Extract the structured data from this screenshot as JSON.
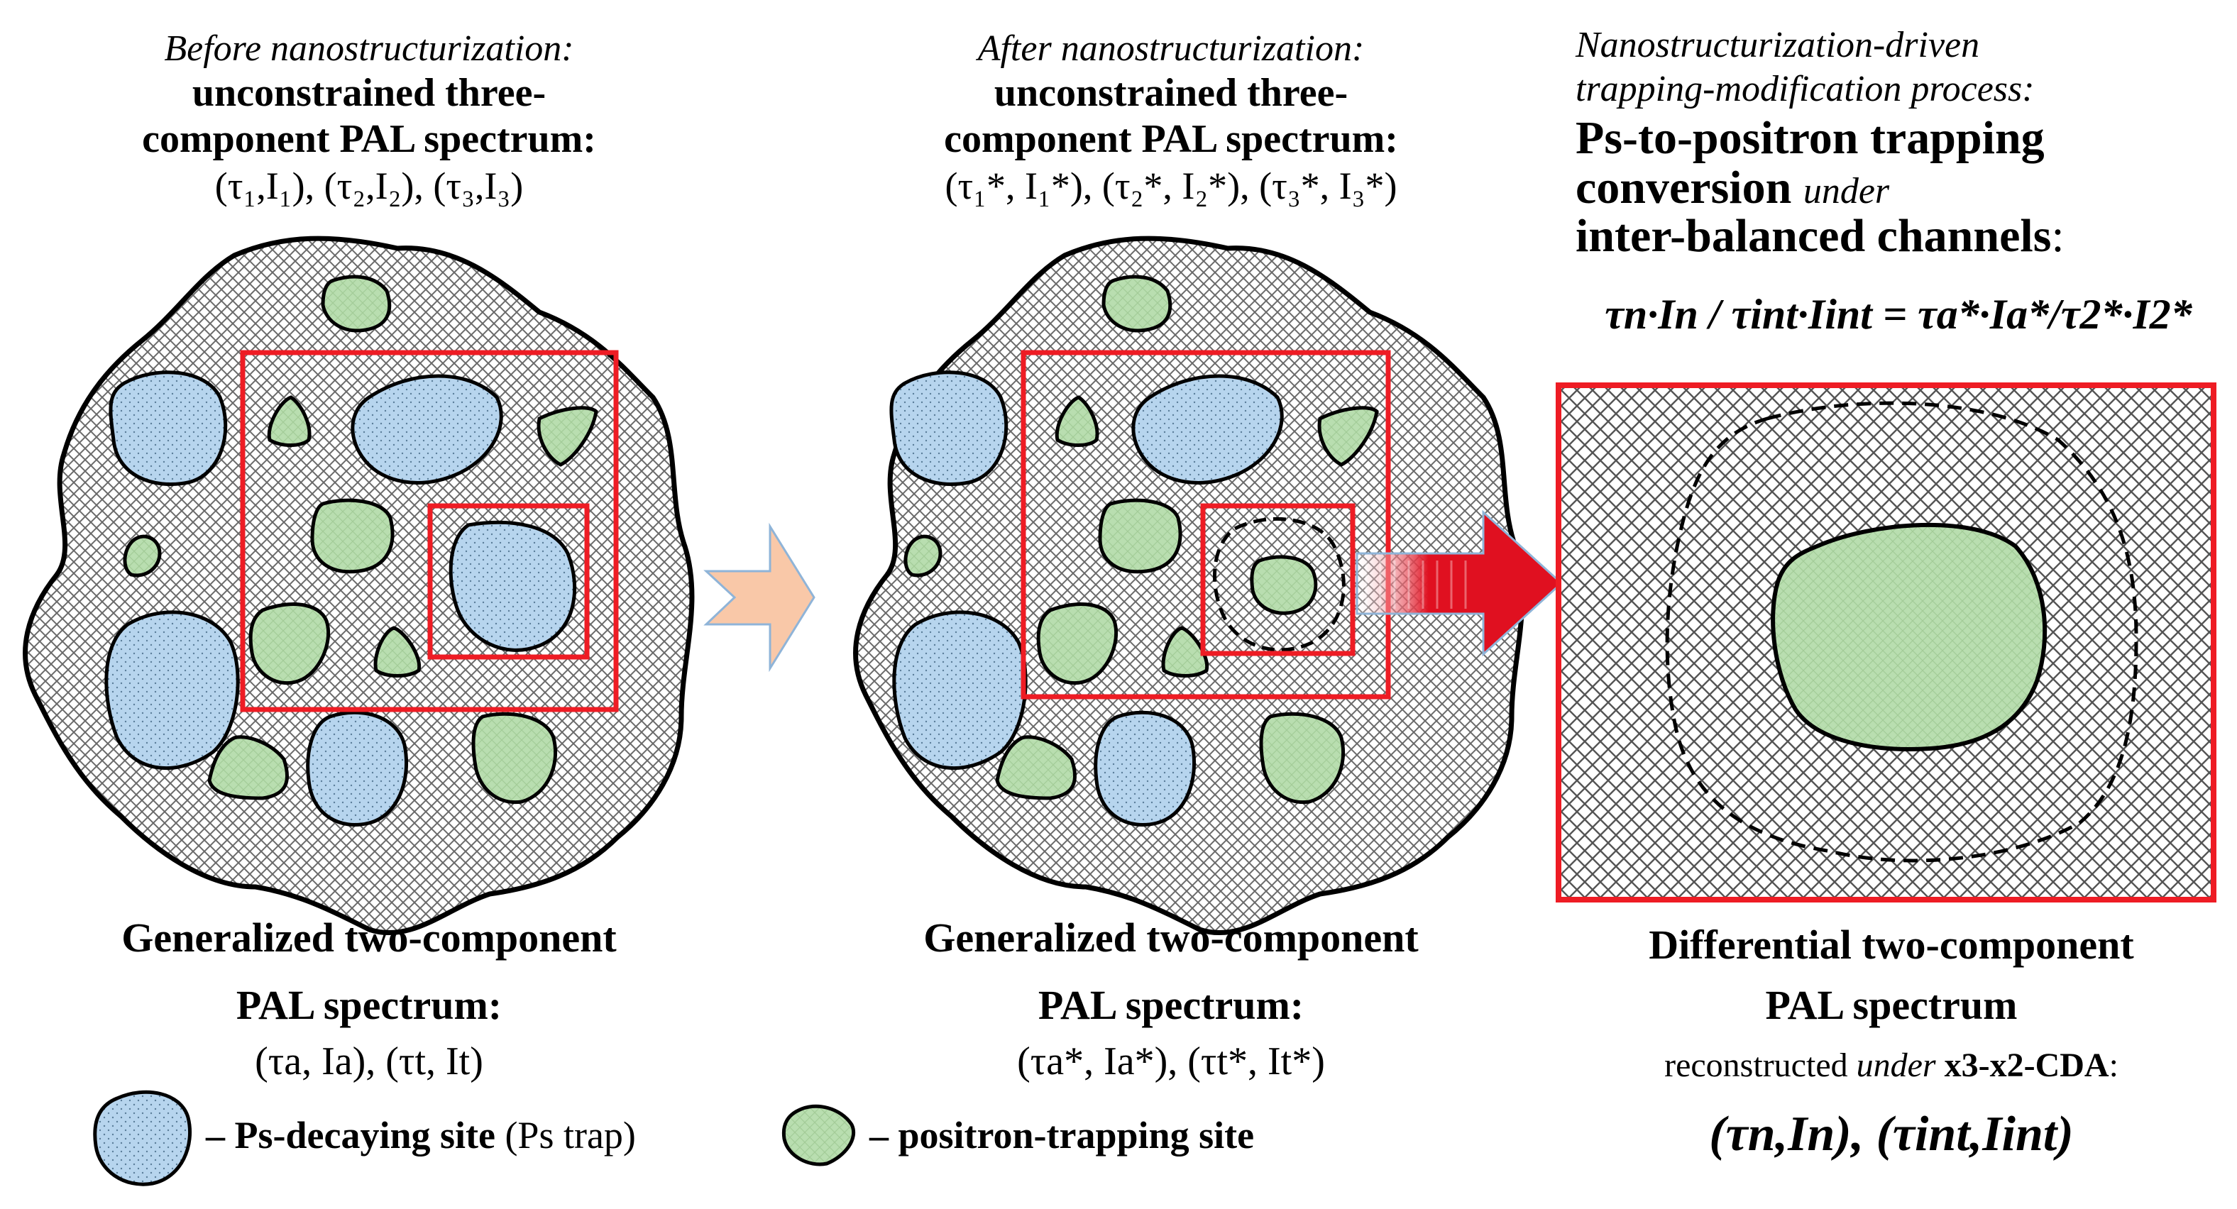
{
  "panel1": {
    "title_italic": "Before nanostructurization:",
    "title_bold_1": "unconstrained three-",
    "title_bold_2": "component PAL spectrum:",
    "params": "(τ₁,I₁), (τ₂,I₂), (τ₃,I₃)",
    "caption_1": "Generalized two-component",
    "caption_2": "PAL spectrum:",
    "caption_params": "(τa, Ia), (τt, It)"
  },
  "panel2": {
    "title_italic": "After nanostructurization:",
    "title_bold_1": "unconstrained three-",
    "title_bold_2": "component PAL spectrum:",
    "params": "(τ₁*, I₁*), (τ₂*, I₂*), (τ₃*, I₃*)",
    "caption_1": "Generalized two-component",
    "caption_2": "PAL spectrum:",
    "caption_params": "(τa*, Ia*), (τt*, It*)"
  },
  "panel3": {
    "title_italic_1": "Nanostructurization-driven",
    "title_italic_2": "trapping-modification process:",
    "title_bold_1": "Ps-to-positron trapping",
    "title_bold_2": "conversion",
    "title_under": "under",
    "title_bold_3": "inter-balanced channels",
    "title_colon": ":",
    "formula": "τn·In / τint·Iint = τa*·Ia*/τ2*·I2*",
    "caption_1": "Differential two-component",
    "caption_2": "PAL spectrum",
    "caption_3_pre": "reconstructed",
    "caption_3_under": "under",
    "caption_3_bold": "x3-x2-CDA",
    "caption_3_colon": ":",
    "caption_params": "(τn,In), (τint,Iint)"
  },
  "legend": {
    "ps_label": "– Ps-decaying site",
    "ps_note": "(Ps trap)",
    "pos_label": "– positron-trapping site"
  },
  "colors": {
    "ps_site_fill": "#b7d5ee",
    "positron_site_fill": "#b9deb0",
    "highlight_frame": "#ee1c24",
    "arrow_light": "#f9c8a8",
    "arrow_red": "#e01020"
  }
}
